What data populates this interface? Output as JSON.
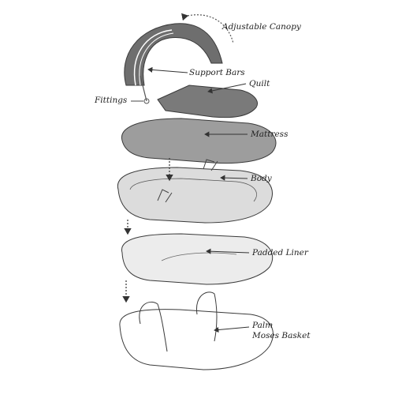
{
  "labels": {
    "canopy": "Adjustable Canopy",
    "support_bars": "Support Bars",
    "quilt": "Quilt",
    "fittings": "Fittings",
    "mattress": "Mattress",
    "body": "Body",
    "padded_liner": "Padded Liner",
    "basket_line1": "Palm",
    "basket_line2": "Moses Basket"
  },
  "colors": {
    "canopy": "#6e6e6e",
    "quilt": "#7a7a7a",
    "mattress": "#9d9d9d",
    "body": "#dcdcdc",
    "liner": "#ececec",
    "outline": "#3a3a3a"
  }
}
